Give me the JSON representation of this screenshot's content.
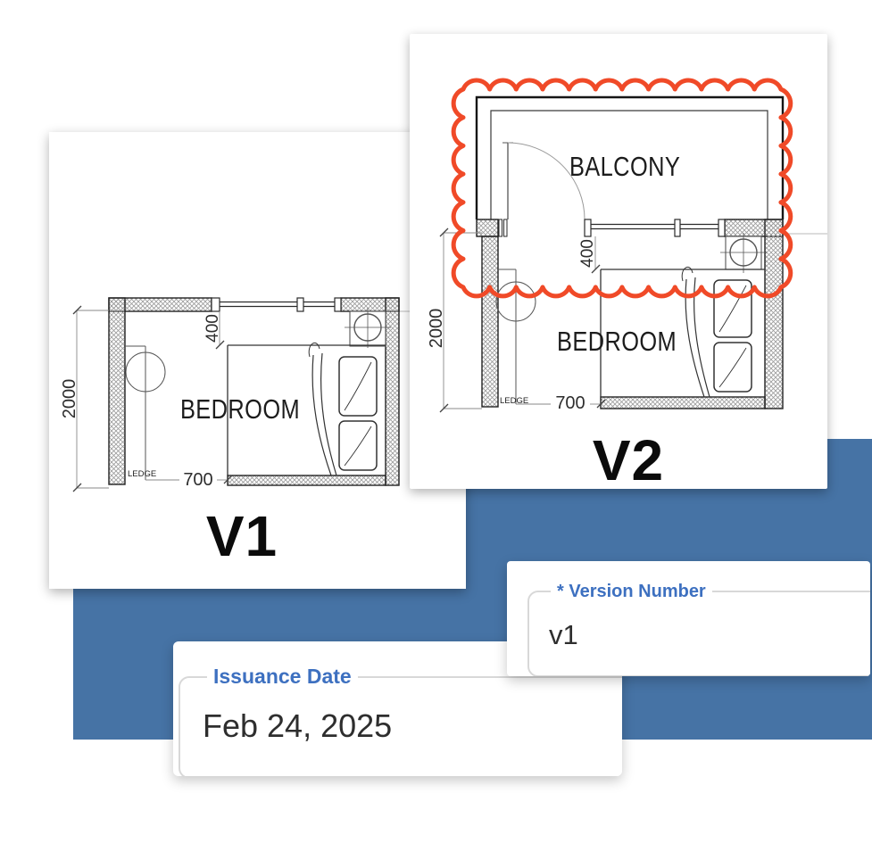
{
  "background": {
    "accent_panel_color": "#4673a5"
  },
  "plans": {
    "v1": {
      "version_label": "V1",
      "room_label": "BEDROOM",
      "ledge_label": "LEDGE",
      "dim_top": "400",
      "dim_left": "2000",
      "dim_bottom": "700"
    },
    "v2": {
      "version_label": "V2",
      "room_label": "BEDROOM",
      "balcony_label": "BALCONY",
      "ledge_label": "LEDGE",
      "dim_top": "400",
      "dim_left": "2000",
      "dim_bottom": "700",
      "highlight_color": "#f04a28"
    }
  },
  "form": {
    "version_number": {
      "label": "* Version Number",
      "value": "v1",
      "label_color": "#3d70c0"
    },
    "issuance_date": {
      "label": "Issuance Date",
      "value": "Feb 24, 2025",
      "label_color": "#3d70c0"
    }
  }
}
